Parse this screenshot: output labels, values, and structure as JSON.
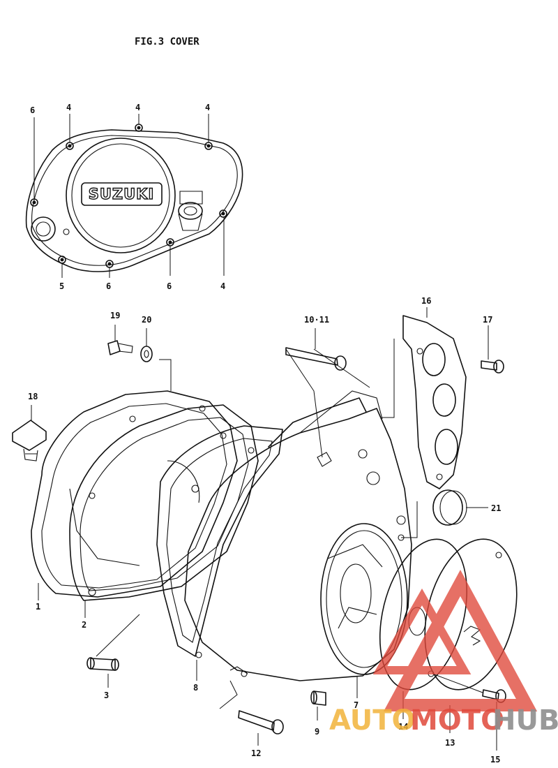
{
  "figure": {
    "title": "FIG.3  COVER",
    "badge_text": "SUZUKI"
  },
  "callouts": {
    "c1": "1",
    "c2": "2",
    "c3": "3",
    "c4a": "4",
    "c4b": "4",
    "c4c": "4",
    "c4d": "4",
    "c5": "5",
    "c6a": "6",
    "c6b": "6",
    "c6c": "6",
    "c7": "7",
    "c8": "8",
    "c9": "9",
    "c10_11": "10·11",
    "c12": "12",
    "c13": "13",
    "c14": "14",
    "c15": "15",
    "c16": "16",
    "c17": "17",
    "c18": "18",
    "c19": "19",
    "c20": "20",
    "c21": "21"
  },
  "watermark": {
    "auto": "AUTO",
    "moto": "MOTO",
    "hub": "HUB",
    "colors": {
      "red": "#e0483a",
      "orange": "#f2b33a",
      "gray": "#8f8f8f"
    }
  }
}
